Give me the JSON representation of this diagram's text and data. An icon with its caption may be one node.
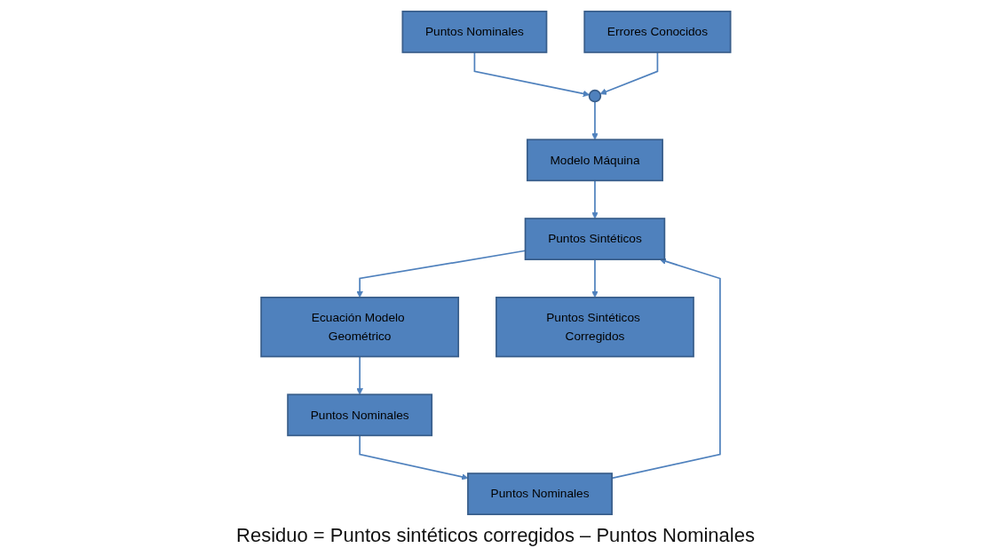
{
  "diagram": {
    "nodes": [
      {
        "text": [
          "Puntos Nominales"
        ]
      },
      {
        "text": [
          "Errores Conocidos"
        ]
      },
      {
        "text": [],
        "shape": "circle"
      },
      {
        "text": [
          "Modelo Máquina"
        ]
      },
      {
        "text": [
          "Puntos Nominales"
        ]
      },
      {
        "text": [
          "Puntos Sintéticos"
        ]
      },
      {
        "text": [
          "Ecuación Modelo Geométrico"
        ]
      },
      {
        "text": [
          "Puntos Nominales"
        ]
      },
      {
        "text": [
          "Puntos Sintéticos Corregidos"
        ]
      }
    ],
    "edges": [
      {
        "from": 0,
        "to": 2,
        "arrow": "to"
      },
      {
        "from": 1,
        "to": 2,
        "arrow": "to"
      },
      {
        "from": 2,
        "to": 3,
        "arrow": "to"
      },
      {
        "from": 3,
        "to": 5,
        "arrow": "to"
      },
      {
        "from": 5,
        "to": 6,
        "arrow": "to"
      },
      {
        "from": 6,
        "to": 7,
        "arrow": "to"
      },
      {
        "from": 7,
        "to": 4,
        "arrow": "to"
      },
      {
        "from": 4,
        "to": 5,
        "arrow": "to"
      },
      {
        "from": 5,
        "to": 8,
        "arrow": "to"
      }
    ],
    "labels": [
      "Residuo = Puntos sintéticos corregidos – Puntos Nominales"
    ]
  }
}
